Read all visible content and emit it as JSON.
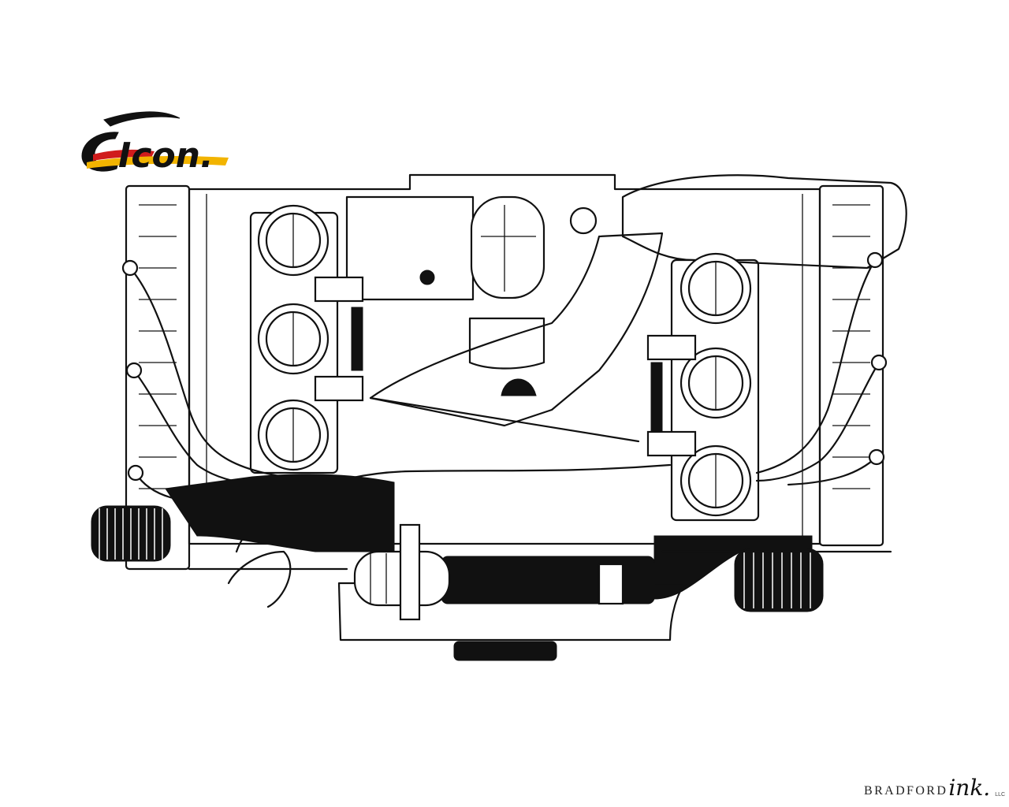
{
  "logo": {
    "text": "Icon.",
    "icon": "icon-logo-brushstroke",
    "colors": {
      "black": "#111111",
      "red": "#d01c1c",
      "gold": "#f2b400"
    }
  },
  "illustration": {
    "icon": "engine-line-drawing-icon",
    "colors": {
      "ink": "#111111",
      "paper": "#ffffff"
    }
  },
  "credit": {
    "word": "BRADFORD",
    "script": "ink.",
    "suffix": "LLC"
  }
}
